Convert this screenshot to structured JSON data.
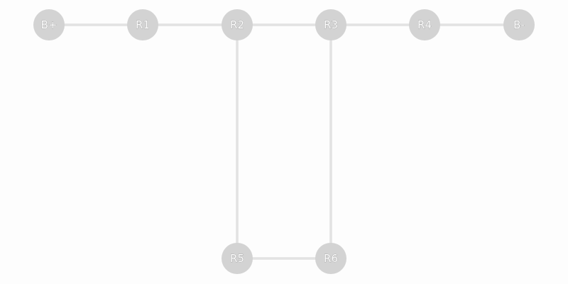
{
  "diagram": {
    "colors": {
      "background": "#fdfdfd",
      "node_fill": "#d3d3d3",
      "edge_outer": "#d2d2d2",
      "edge_inner": "#f4f4f4"
    },
    "nodes": [
      {
        "id": "Bplus",
        "label": "B+"
      },
      {
        "id": "R1",
        "label": "R1"
      },
      {
        "id": "R2",
        "label": "R2"
      },
      {
        "id": "R3",
        "label": "R3"
      },
      {
        "id": "R4",
        "label": "R4"
      },
      {
        "id": "Bminus",
        "label": "B-"
      },
      {
        "id": "R5",
        "label": "R5"
      },
      {
        "id": "R6",
        "label": "R6"
      }
    ],
    "edges": [
      {
        "from": "Bplus",
        "to": "R1"
      },
      {
        "from": "R1",
        "to": "R2"
      },
      {
        "from": "R2",
        "to": "R3"
      },
      {
        "from": "R3",
        "to": "R4"
      },
      {
        "from": "R4",
        "to": "Bminus"
      },
      {
        "from": "R2",
        "to": "R5"
      },
      {
        "from": "R3",
        "to": "R6"
      },
      {
        "from": "R5",
        "to": "R6"
      }
    ]
  }
}
